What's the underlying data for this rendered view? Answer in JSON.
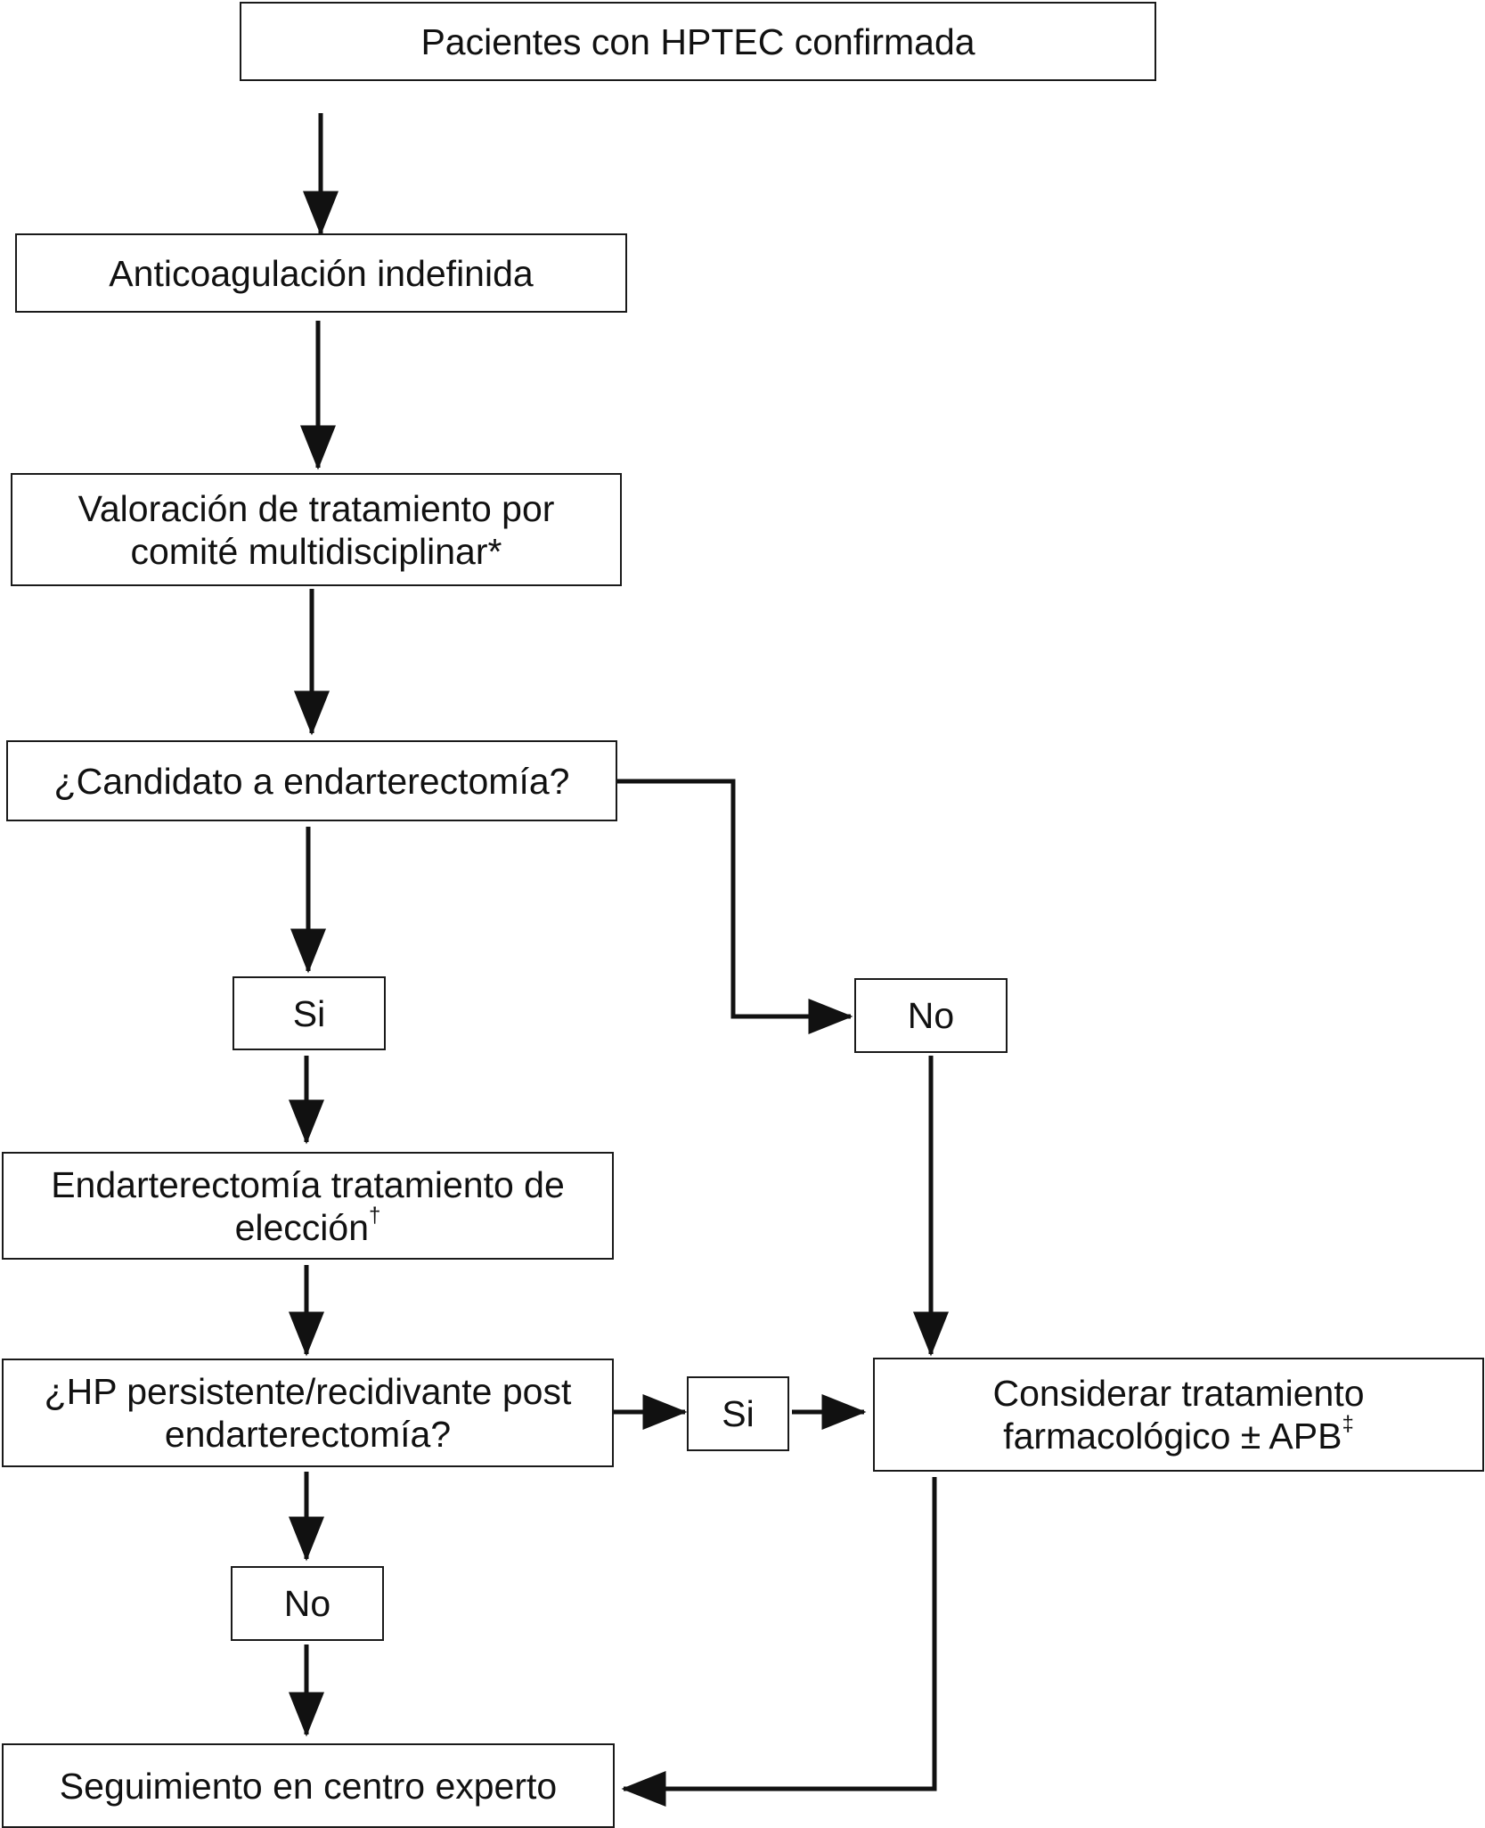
{
  "flowchart": {
    "nodes": {
      "start": {
        "line1": "Pacientes con HPTEC confirmada"
      },
      "anticoag": {
        "line1": "Anticoagulación indefinida"
      },
      "valoracion": {
        "line1": "Valoración de tratamiento por",
        "line2": "comité multidisciplinar*"
      },
      "candidato": {
        "line1": "¿Candidato a endarterectomía?"
      },
      "si1": {
        "line1": "Si"
      },
      "no1": {
        "line1": "No"
      },
      "endarterectomia": {
        "line1": "Endarterectomía tratamiento de",
        "line2": "elección",
        "mark2": "†"
      },
      "hp_persistente": {
        "line1": "¿HP persistente/recidivante post",
        "line2": "endarterectomía?"
      },
      "si2": {
        "line1": "Si"
      },
      "considerar": {
        "line1": "Considerar tratamiento",
        "line2": "farmacológico ± APB",
        "mark2": "‡"
      },
      "no2": {
        "line1": "No"
      },
      "seguimiento": {
        "line1": "Seguimiento en centro experto"
      }
    }
  }
}
